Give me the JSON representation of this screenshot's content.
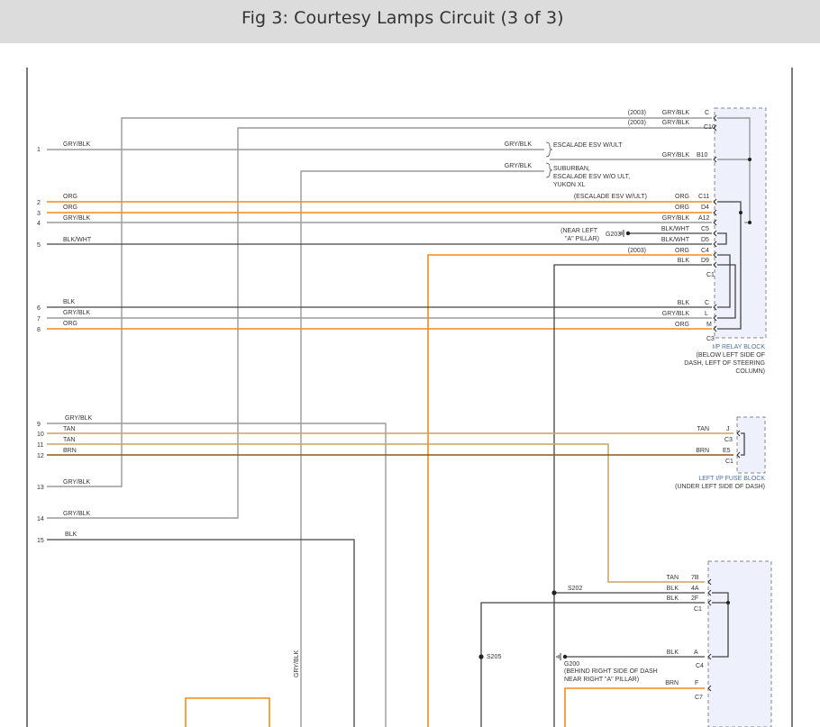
{
  "header": {
    "title": "Fig 3: Courtesy Lamps Circuit (3 of 3)"
  },
  "colors": {
    "gray": "#9a9a9a",
    "orange": "#f08c1a",
    "tan": "#c7a468",
    "dark": "#444444",
    "brown": "#8a5a1a",
    "connector_fill": "#eef0fb",
    "connector_border": "#888888",
    "label_blue": "#4a6fa5"
  },
  "pins": [
    "1",
    "2",
    "3",
    "4",
    "5",
    "6",
    "7",
    "8",
    "9",
    "10",
    "11",
    "12",
    "13",
    "14",
    "15"
  ],
  "left_labels": [
    "GRY/BLK",
    "ORG",
    "ORG",
    "GRY/BLK",
    "BLK/WHT",
    "BLK",
    "GRY/BLK",
    "ORG",
    "GRY/BLK",
    "TAN",
    "TAN",
    "BRN",
    "GRY/BLK",
    "GRY/BLK",
    "BLK"
  ],
  "right_wire_labels": [
    "GRY/BLK",
    "GRY/BLK",
    "GRY/BLK",
    "ORG",
    "ORG",
    "GRY/BLK",
    "BLK/WHT",
    "BLK/WHT",
    "ORG",
    "BLK",
    "BLK",
    "GRY/BLK",
    "ORG",
    "TAN",
    "BRN",
    "TAN",
    "BLK",
    "BLK",
    "BLK",
    "BRN"
  ],
  "mid_labels": [
    "GRY/BLK",
    "GRY/BLK",
    "(2003)",
    "(2003)",
    "(ESCALADE ESV W/ULT)",
    "(2003)",
    "GRY/BLK"
  ],
  "notes": {
    "escalade_ult": "ESCALADE ESV W/ULT",
    "suburban_1": "SUBURBAN,",
    "suburban_2": "ESCALADE ESV W/O ULT,",
    "suburban_3": "YUKON XL",
    "near_a_1": "(NEAR LEFT",
    "near_a_2": "\"A\" PILLAR)",
    "g200_1": "(BEHIND RIGHT SIDE OF DASH",
    "g200_2": "NEAR RIGHT \"A\" PILLAR)"
  },
  "cavities": [
    "C",
    "C10",
    "B10",
    "C11",
    "D4",
    "A12",
    "C5",
    "D5",
    "C4",
    "D9",
    "C1",
    "C",
    "L",
    "M",
    "C3",
    "J",
    "C3",
    "E5",
    "C1",
    "7B",
    "4A",
    "2F",
    "C1",
    "A",
    "C4",
    "F",
    "C7"
  ],
  "grounds": [
    "G203",
    "G200"
  ],
  "splices": [
    "S202",
    "S205"
  ],
  "relay_block": {
    "title": "I/P RELAY BLOCK",
    "l1": "(BELOW LEFT SIDE OF",
    "l2": "DASH, LEFT OF STEERING",
    "l3": "COLUMN)"
  },
  "fuse_block": {
    "title": "LEFT I/P FUSE BLOCK",
    "l1": "(UNDER LEFT SIDE OF DASH)"
  }
}
